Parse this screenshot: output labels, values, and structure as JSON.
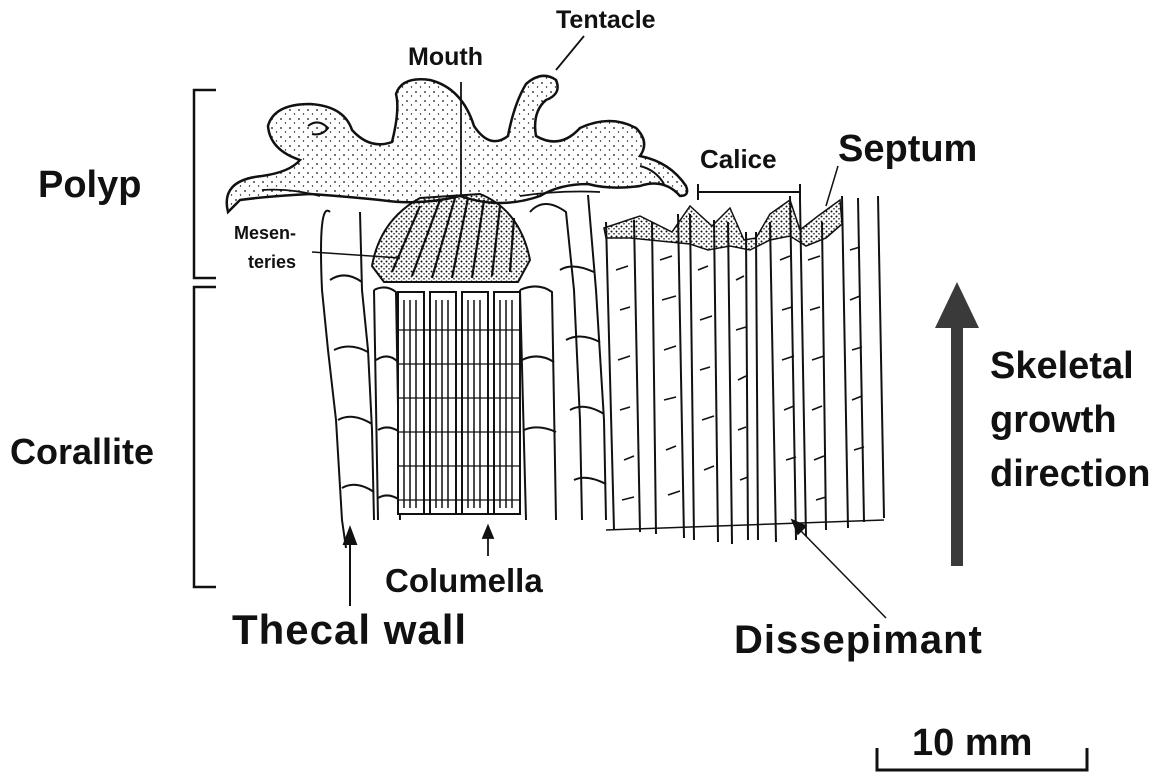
{
  "diagram": {
    "labels": {
      "polyp": "Polyp",
      "corallite": "Corallite",
      "mouth": "Mouth",
      "tentacle": "Tentacle",
      "calice": "Calice",
      "septum": "Septum",
      "mesenteries_line1": "Mesen-",
      "mesenteries_line2": "teries",
      "columella": "Columella",
      "thecal_wall": "Thecal wall",
      "dissepimant": "Dissepimant",
      "growth_line1": "Skeletal",
      "growth_line2": "growth",
      "growth_line3": "direction",
      "scale_bar": "10 mm"
    },
    "colors": {
      "ink": "#111111",
      "arrow": "#3a3a3a",
      "background": "#ffffff"
    }
  }
}
